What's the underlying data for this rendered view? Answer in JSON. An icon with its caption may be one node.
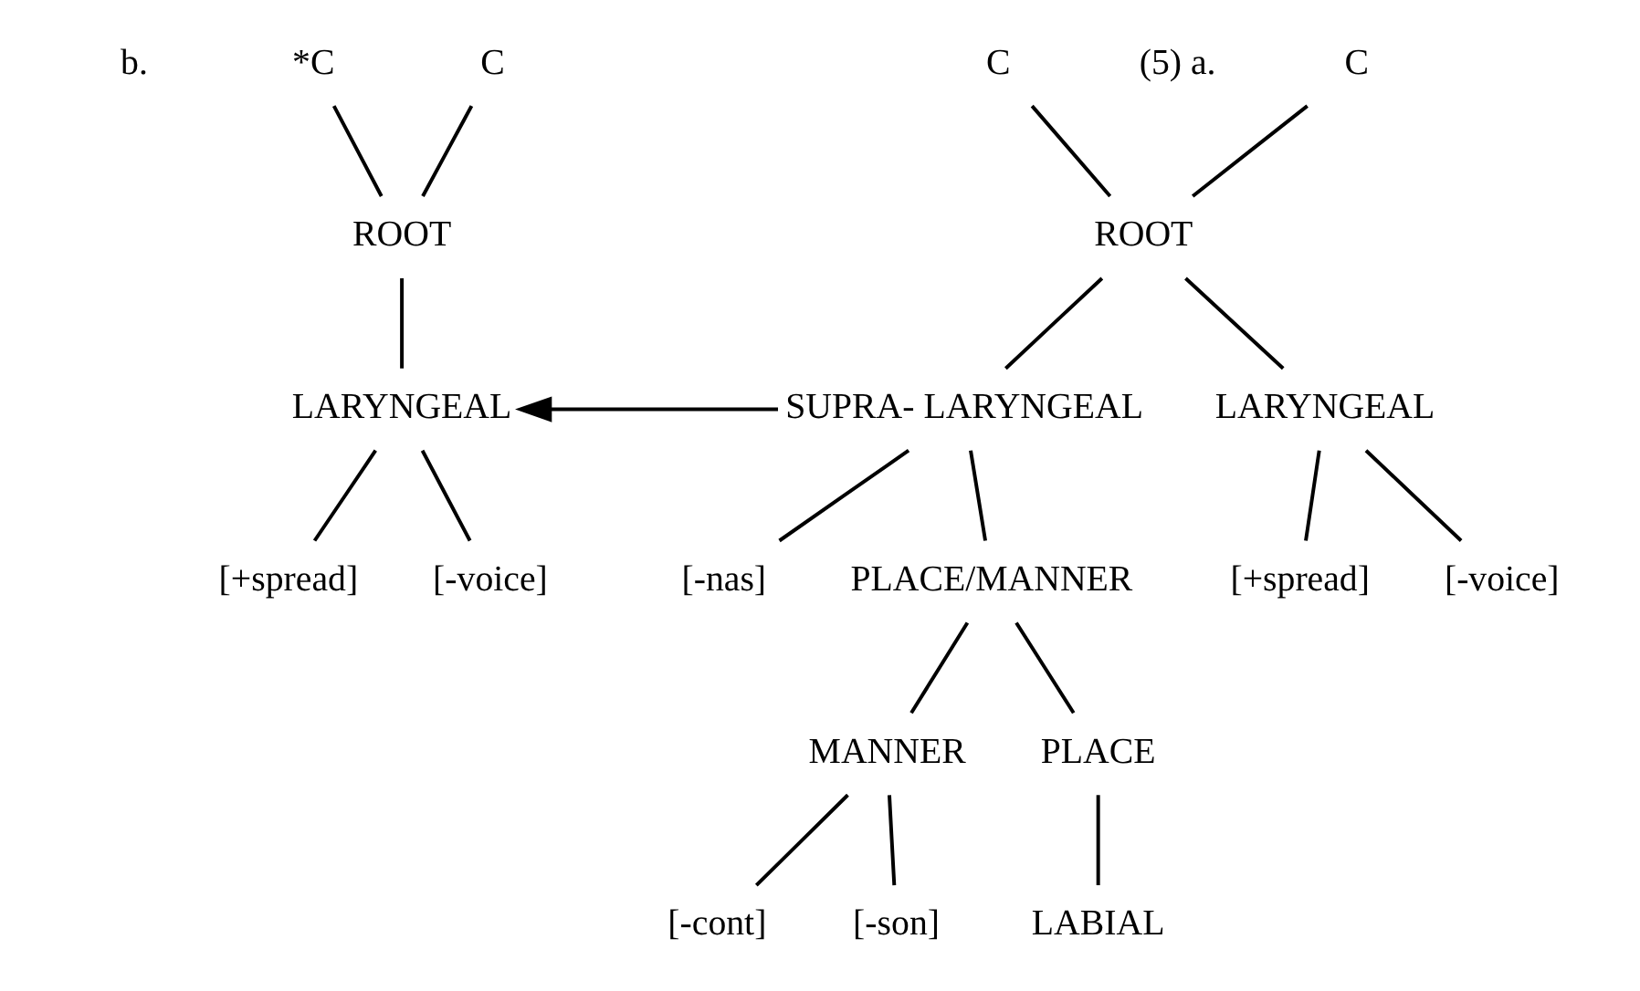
{
  "diagram": {
    "nodes": [
      {
        "text": [
          "C"
        ]
      },
      {
        "text": [
          "C"
        ]
      },
      {
        "text": [
          "ROOT"
        ]
      },
      {
        "text": [
          "LARYNGEAL"
        ]
      },
      {
        "text": [
          "SUPRA- LARYNGEAL"
        ]
      },
      {
        "text": [
          "[+spread]"
        ]
      },
      {
        "text": [
          "[-voice]"
        ]
      },
      {
        "text": [
          "[-nas]"
        ]
      },
      {
        "text": [
          "PLACE/MANNER"
        ]
      },
      {
        "text": [
          "MANNER"
        ]
      },
      {
        "text": [
          "PLACE"
        ]
      },
      {
        "text": [
          "[-son]"
        ]
      },
      {
        "text": [
          "[-cont]"
        ]
      },
      {
        "text": [
          "LABIAL"
        ]
      },
      {
        "text": [
          "*C"
        ]
      },
      {
        "text": [
          "C"
        ]
      },
      {
        "text": [
          "ROOT"
        ]
      },
      {
        "text": [
          "LARYNGEAL"
        ]
      },
      {
        "text": [
          "[+spread]"
        ]
      },
      {
        "text": [
          "[-voice]"
        ]
      }
    ],
    "edges": [
      {
        "from": 0,
        "to": 2,
        "arrow": "none"
      },
      {
        "from": 1,
        "to": 2,
        "arrow": "none"
      },
      {
        "from": 2,
        "to": 3,
        "arrow": "none"
      },
      {
        "from": 2,
        "to": 4,
        "arrow": "none"
      },
      {
        "from": 3,
        "to": 5,
        "arrow": "none"
      },
      {
        "from": 3,
        "to": 6,
        "arrow": "none"
      },
      {
        "from": 4,
        "to": 7,
        "arrow": "none"
      },
      {
        "from": 4,
        "to": 8,
        "arrow": "none"
      },
      {
        "from": 8,
        "to": 9,
        "arrow": "none"
      },
      {
        "from": 8,
        "to": 10,
        "arrow": "none"
      },
      {
        "from": 9,
        "to": 11,
        "arrow": "none"
      },
      {
        "from": 9,
        "to": 12,
        "arrow": "none"
      },
      {
        "from": 10,
        "to": 13,
        "arrow": "none"
      },
      {
        "from": 4,
        "to": 17,
        "arrow": "to"
      },
      {
        "from": 14,
        "to": 16,
        "arrow": "none"
      },
      {
        "from": 15,
        "to": 16,
        "arrow": "none"
      },
      {
        "from": 16,
        "to": 17,
        "arrow": "none"
      },
      {
        "from": 17,
        "to": 18,
        "arrow": "none"
      },
      {
        "from": 17,
        "to": 19,
        "arrow": "none"
      }
    ],
    "labels": [
      "(5) a.",
      "b."
    ]
  }
}
